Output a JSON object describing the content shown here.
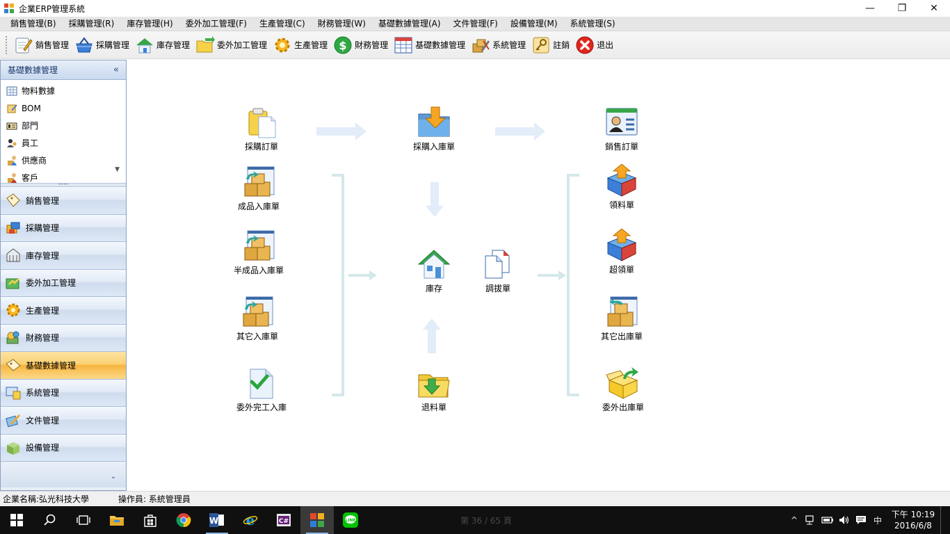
{
  "window": {
    "title": "企業ERP管理系統",
    "controls": {
      "minimize": "—",
      "maximize": "❐",
      "close": "✕"
    }
  },
  "menubar": {
    "items": [
      "銷售管理(B)",
      "採購管理(R)",
      "庫存管理(H)",
      "委外加工管理(F)",
      "生產管理(C)",
      "財務管理(W)",
      "基礎數據管理(A)",
      "文件管理(F)",
      "設備管理(M)",
      "系統管理(S)"
    ]
  },
  "toolbar": {
    "items": [
      {
        "label": "銷售管理",
        "icon": "pencil-note-icon"
      },
      {
        "label": "採購管理",
        "icon": "basket-icon"
      },
      {
        "label": "庫存管理",
        "icon": "house-icon"
      },
      {
        "label": "委外加工管理",
        "icon": "folder-arrow-icon"
      },
      {
        "label": "生產管理",
        "icon": "gear-icon"
      },
      {
        "label": "財務管理",
        "icon": "dollar-icon"
      },
      {
        "label": "基礎數據管理",
        "icon": "table-icon"
      },
      {
        "label": "系統管理",
        "icon": "tools-icon"
      },
      {
        "label": "註銷",
        "icon": "key-icon"
      },
      {
        "label": "退出",
        "icon": "exit-icon"
      }
    ]
  },
  "leftpanel": {
    "header": "基礎數據管理",
    "collapse_glyph": "«",
    "list": [
      {
        "label": "物料數據",
        "icon": "grid-icon"
      },
      {
        "label": "BOM",
        "icon": "bom-icon"
      },
      {
        "label": "部門",
        "icon": "department-icon"
      },
      {
        "label": "員工",
        "icon": "employee-icon"
      },
      {
        "label": "供應商",
        "icon": "supplier-icon"
      },
      {
        "label": "客戶",
        "icon": "customer-icon"
      }
    ],
    "list_scroll_glyph": "▼",
    "splitter_glyph": "••••",
    "nav": [
      {
        "label": "銷售管理",
        "icon": "sales-icon",
        "active": false
      },
      {
        "label": "採購管理",
        "icon": "purchase-icon",
        "active": false
      },
      {
        "label": "庫存管理",
        "icon": "inventory-icon",
        "active": false
      },
      {
        "label": "委外加工管理",
        "icon": "outsourcing-icon",
        "active": false
      },
      {
        "label": "生產管理",
        "icon": "production-icon",
        "active": false
      },
      {
        "label": "財務管理",
        "icon": "finance-icon",
        "active": false
      },
      {
        "label": "基礎數據管理",
        "icon": "basedata-icon",
        "active": true
      },
      {
        "label": "系統管理",
        "icon": "system-icon",
        "active": false
      },
      {
        "label": "文件管理",
        "icon": "document-icon",
        "active": false
      },
      {
        "label": "設備管理",
        "icon": "equipment-icon",
        "active": false
      }
    ],
    "footer_glyph": "⌄"
  },
  "flow": {
    "purchase_order": "採購訂單",
    "finished_in": "成品入庫單",
    "semi_in": "半成品入庫單",
    "other_in": "其它入庫單",
    "outsource_done_in": "委外完工入庫",
    "purchase_in": "採購入庫單",
    "inventory": "庫存",
    "transfer": "調拔單",
    "return": "退料單",
    "sales_order": "銷售訂單",
    "picking": "領料單",
    "over_picking": "超領單",
    "other_out": "其它出庫單",
    "outsource_out": "委外出庫單"
  },
  "statusbar": {
    "company": "企業名稱:弘光科技大學",
    "operator": "操作員: 系統管理員"
  },
  "taskbar": {
    "ghost_text": "第 36 / 65 頁",
    "tray": {
      "chevron": "^",
      "ime": "中",
      "time": "下午 10:19",
      "date": "2016/6/8"
    }
  },
  "colors": {
    "menubar": "#e6e6e6",
    "panel_border": "#8aa1c2",
    "active_nav": "#f8b53e",
    "arrow": "#c9daf3",
    "bracket": "#d4e8ea",
    "taskbar": "#101010"
  }
}
